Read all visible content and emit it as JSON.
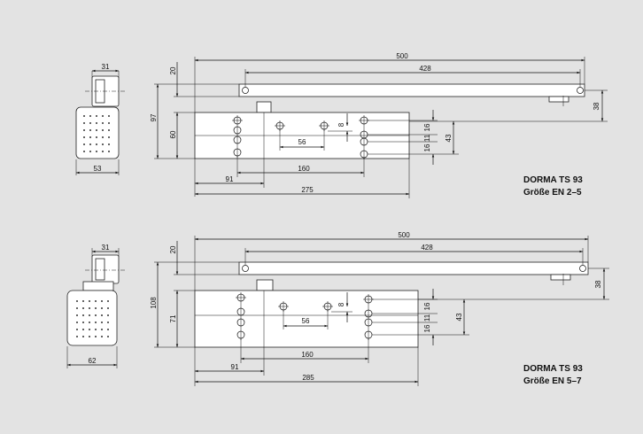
{
  "colors": {
    "background": "#e3e3e3",
    "line": "#111111",
    "part": "#ffffff"
  },
  "drawing_top": {
    "caption": [
      "DORMA TS 93",
      "Größe EN 2–5"
    ],
    "dims": {
      "side_width_top": "31",
      "side_width_body": "53",
      "overall_length": "500",
      "arm_length": "428",
      "h_20": "20",
      "h_97": "97",
      "h_60": "60",
      "arm_offset_38": "38",
      "v_8": "8",
      "v_16a": "16",
      "v_11": "11",
      "v_16b": "16",
      "v_43": "43",
      "d_56": "56",
      "d_160": "160",
      "d_91": "91",
      "d_275": "275"
    }
  },
  "drawing_bottom": {
    "caption": [
      "DORMA TS 93",
      "Größe EN 5–7"
    ],
    "dims": {
      "side_width_top": "31",
      "side_width_body": "62",
      "overall_length": "500",
      "arm_length": "428",
      "h_20": "20",
      "h_108": "108",
      "h_71": "71",
      "arm_offset_38": "38",
      "v_8": "8",
      "v_16a": "16",
      "v_11": "11",
      "v_16b": "16",
      "v_43": "43",
      "d_56": "56",
      "d_160": "160",
      "d_91": "91",
      "d_285": "285"
    }
  }
}
